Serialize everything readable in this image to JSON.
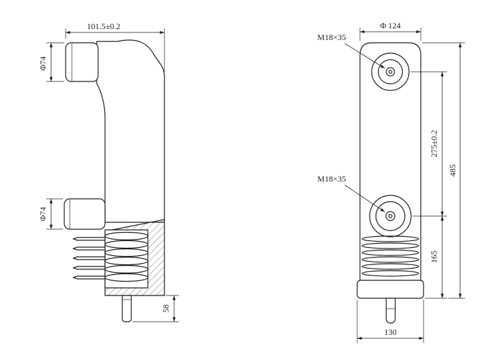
{
  "left_view": {
    "dim_width_top": "101.5±0.2",
    "dim_upper_terminal": "Φ74",
    "dim_lower_terminal": "Φ74",
    "dim_stem_length": "58"
  },
  "right_view": {
    "thread_top": "M18×35",
    "thread_mid": "M18×35",
    "dim_diameter_top": "Φ 124",
    "dim_hole_spacing": "275±0.2",
    "dim_total_height": "485",
    "dim_lower_height": "165",
    "dim_base_width": "130"
  },
  "colors": {
    "line": "#1c1c1c",
    "background": "#ffffff"
  }
}
